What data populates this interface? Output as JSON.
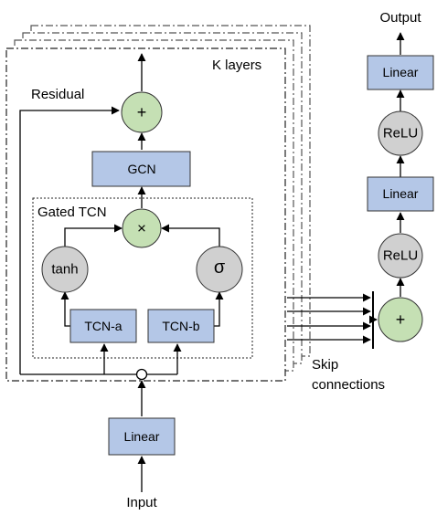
{
  "labels": {
    "k_layers": "K layers",
    "residual": "Residual",
    "gated_tcn": "Gated TCN",
    "skip_line1": "Skip",
    "skip_line2": "connections",
    "input": "Input",
    "output": "Output"
  },
  "blocks": {
    "gcn": "GCN",
    "tcn_a": "TCN-a",
    "tcn_b": "TCN-b",
    "linear_input": "Linear",
    "linear_mid": "Linear",
    "linear_top": "Linear",
    "relu_lower": "ReLU",
    "relu_upper": "ReLU"
  },
  "operators": {
    "add_residual": "+",
    "multiply": "×",
    "tanh": "tanh",
    "sigma": "σ",
    "add_skip": "+"
  },
  "colors": {
    "block_fill": "#b4c7e7",
    "add_fill": "#c5e0b4",
    "activation_fill": "#d0d0d0",
    "line": "#000000"
  }
}
